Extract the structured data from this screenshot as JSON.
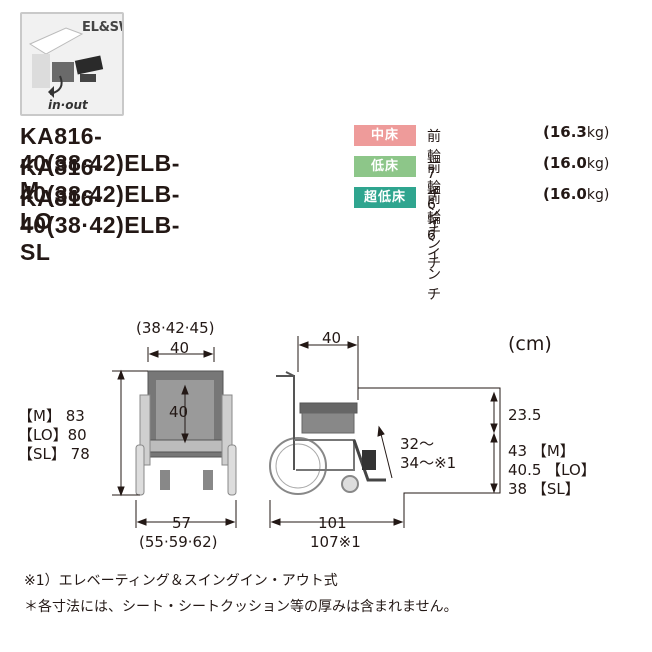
{
  "badge": {
    "code": "EL&SW",
    "caption": "in·out"
  },
  "models": [
    {
      "name": "KA816-40(38·42)ELB-M",
      "seat_height_tag": "中床",
      "tag_color": "#ee9b9a",
      "front_wheel": "前輪 7インチ",
      "weight_value": "(16.3",
      "weight_unit": "kg)"
    },
    {
      "name": "KA816-40(38·42)ELB-LO",
      "seat_height_tag": "低床",
      "tag_color": "#8dc689",
      "front_wheel": "前輪 6インチ",
      "weight_value": "(16.0",
      "weight_unit": "kg)"
    },
    {
      "name": "KA816-40(38·42)ELB-SL",
      "seat_height_tag": "超低床",
      "tag_color": "#2fa58f",
      "front_wheel": "前輪 6インチ",
      "weight_value": "(16.0",
      "weight_unit": "kg)"
    }
  ],
  "unit": "(cm)",
  "front_view": {
    "seat_width_options": "(38·42·45)",
    "seat_width": "40",
    "seat_depth": "40",
    "height_m": "【M】 83",
    "height_lo": "【LO】80",
    "height_sl": "【SL】 78",
    "overall_width": "57",
    "overall_width_options": "(55·59·62)"
  },
  "side_view": {
    "armrest_length": "40",
    "armrest_height": "23.5",
    "leg_length_1": "32～",
    "leg_length_2": "34～※1",
    "seat_height_m": "43 【M】",
    "seat_height_lo": "40.5 【LO】",
    "seat_height_sl": "38 【SL】",
    "overall_length": "101",
    "overall_length_alt": "107※1"
  },
  "notes": [
    "※1）エレベーティング＆スイングイン・アウト式",
    "＊各寸法には、シート・シートクッション等の厚みは含まれません。"
  ]
}
